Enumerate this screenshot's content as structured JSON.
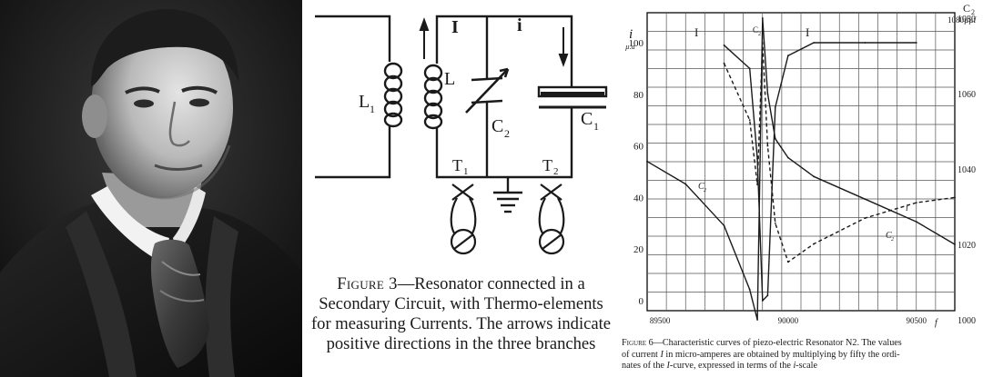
{
  "circuit": {
    "labels": {
      "l1": "L",
      "l1_sub": "1",
      "l": "L",
      "current_big": "I",
      "current_small": "i",
      "c2": "C",
      "c2_sub": "2",
      "c1": "C",
      "c1_sub": "1",
      "t1": "T",
      "t1_sub": "1",
      "t2": "T",
      "t2_sub": "2"
    },
    "caption": {
      "fig_label": "Figure 3",
      "text": "—Resonator connected in a Secondary Circuit, with Thermo-elements for measuring Currents.  The arrows indicate positive directions in the three branches"
    }
  },
  "graph": {
    "left_axis_symbol": "i",
    "left_axis_unit": "µ.a",
    "right_axis_symbol": "C",
    "right_axis_sub": "2",
    "right_axis_top": "1080µµf",
    "left_ticks": [
      "0",
      "20",
      "40",
      "60",
      "80",
      "100"
    ],
    "right_ticks": [
      "1000",
      "1020",
      "1040",
      "1060",
      "1080"
    ],
    "x_ticks": [
      "89500",
      "90000",
      "90500"
    ],
    "x_axis_symbol": "f",
    "curve_labels": {
      "i_left": "I",
      "i_right": "I",
      "c2_top": "C",
      "c2_top_sub": "2",
      "c2_left": "C",
      "c2_left_sub": "2",
      "c2_right": "C",
      "c2_right_sub": "2",
      "i_dashed": "i"
    },
    "caption": {
      "fig_label": "Figure 6",
      "text_1": "—Characteristic curves of piezo-electric Resonator N2.  The values",
      "text_2": "of current ",
      "text_2_italic": "I",
      "text_3": " in micro-amperes are obtained by multiplying by fifty the ordi-",
      "text_4": "nates of the ",
      "text_4_italic": "I",
      "text_5": "-curve, expressed in terms of the ",
      "text_5_italic": "i",
      "text_6": "-scale"
    }
  },
  "chart_data": {
    "type": "line",
    "x": [
      89450,
      89600,
      89750,
      89850,
      89880,
      89900,
      89920,
      89950,
      90000,
      90100,
      90300,
      90500,
      90650
    ],
    "xlim": [
      89450,
      90650
    ],
    "ylim": [
      0,
      100
    ],
    "y2lim": [
      1000,
      1080
    ],
    "series": [
      {
        "name": "I",
        "style": "solid",
        "values": [
          null,
          null,
          99,
          90,
          55,
          0,
          2,
          75,
          95,
          100,
          100,
          100,
          null
        ]
      },
      {
        "name": "i",
        "style": "dashed",
        "values": [
          null,
          null,
          92,
          70,
          45,
          100,
          60,
          30,
          15,
          22,
          32,
          38,
          40
        ]
      },
      {
        "name": "C",
        "style": "solid",
        "axis": "right",
        "values": [
          1042,
          1036,
          1025,
          1008,
          1000,
          1080,
          1060,
          1048,
          1043,
          1038,
          1032,
          1026,
          1020
        ]
      }
    ]
  },
  "colors": {
    "portrait_bg": "#141414",
    "ink": "#1a1a1a",
    "paper": "#ffffff"
  }
}
